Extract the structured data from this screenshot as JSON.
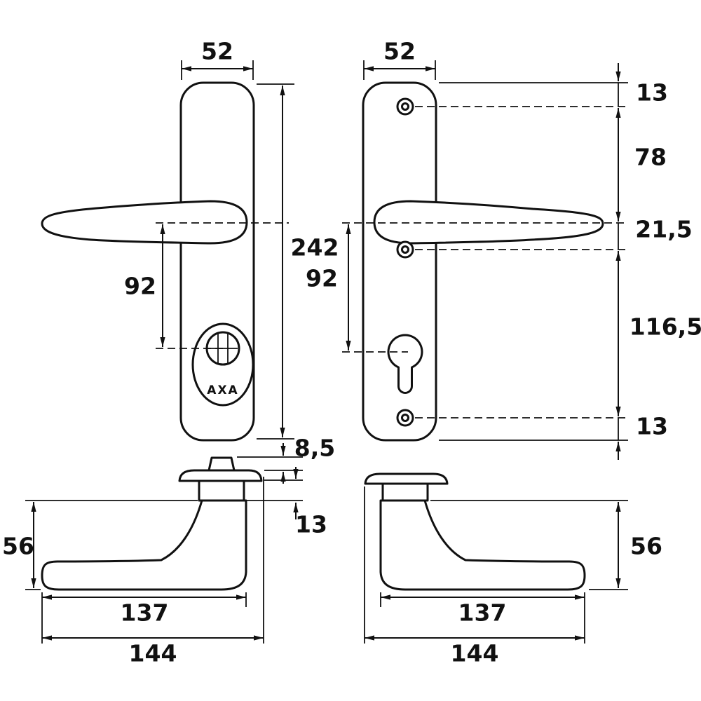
{
  "labels": {
    "brand": "AXA"
  },
  "dims": {
    "left_plate_width": "52",
    "right_plate_width": "52",
    "plate_height": "242",
    "left_handle_to_cylinder": "92",
    "right_handle_to_cylinder": "92",
    "top_edge_to_top_screw": "13",
    "top_screw_to_handle": "78",
    "handle_to_middle_screw": "21,5",
    "middle_to_bottom_screw": "116,5",
    "bottom_screw_to_edge": "13",
    "spindle_cap_height": "8,5",
    "rose_height": "13",
    "left_handle_height": "56",
    "right_handle_height": "56",
    "left_grip_length": "137",
    "right_grip_length": "137",
    "left_total_length": "144",
    "right_total_length": "144"
  }
}
